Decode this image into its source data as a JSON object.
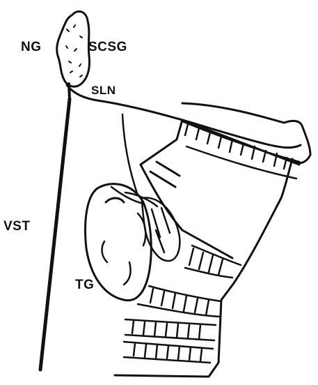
{
  "labels": {
    "ng": "NG",
    "scsg": "SCSG",
    "sln": "SLN",
    "vst": "VST",
    "tg": "TG"
  },
  "colors": {
    "ink": "#111111",
    "background": "#ffffff"
  }
}
